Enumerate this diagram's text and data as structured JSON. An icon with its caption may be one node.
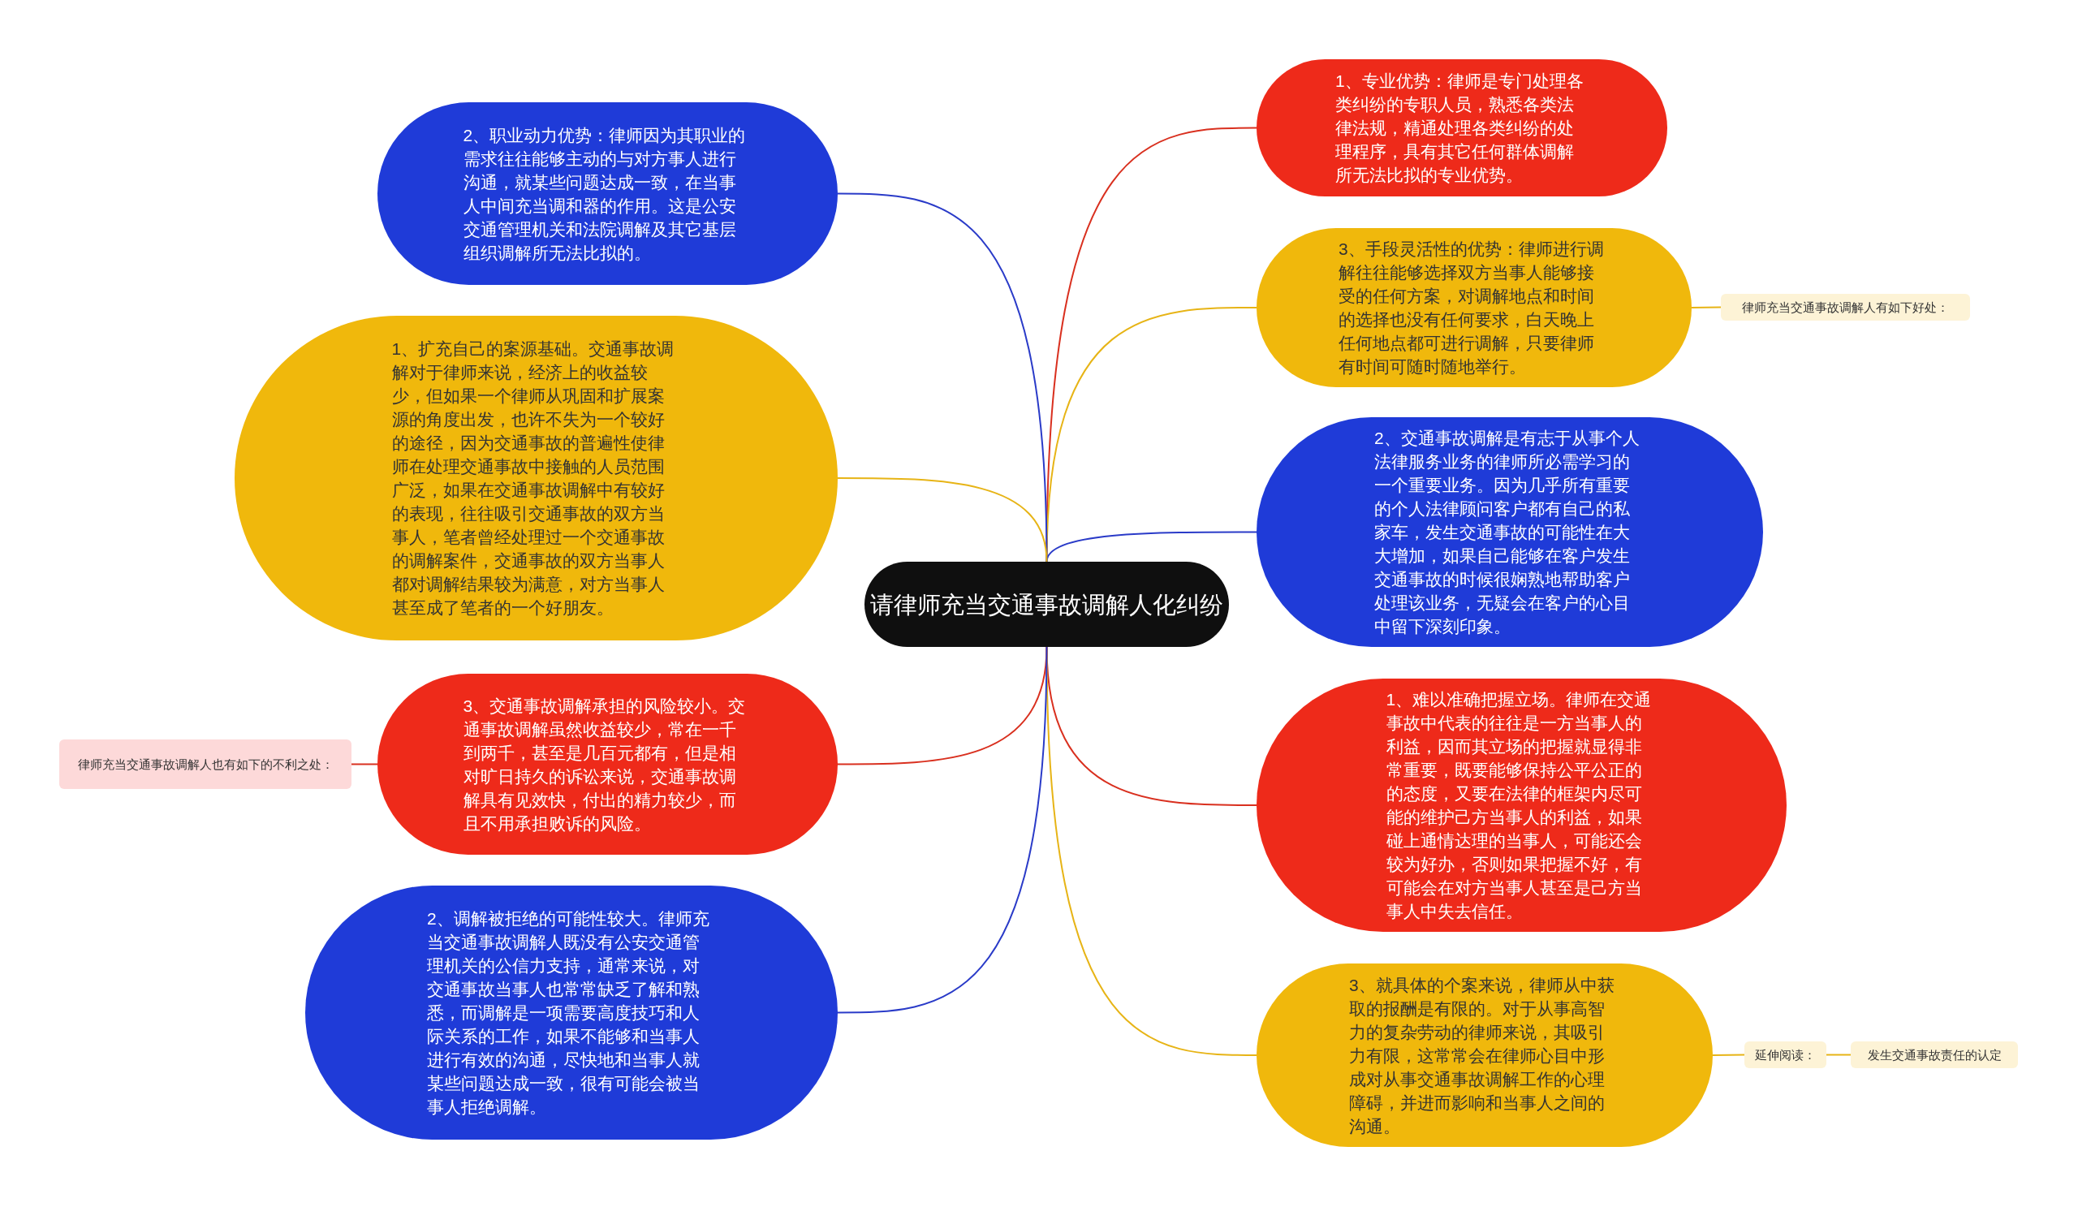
{
  "diagram": {
    "nodes": [
      {
        "text": [
          "请律师充当交通事故调解人化纠纷"
        ]
      },
      {
        "text": [
          "1、专业优势：律师是专门处理各类纠纷的专职人员，熟悉各类法律法规，精通处理各类纠纷的处理程序，具有其它任何群体调解所无法比拟的专业优势。"
        ]
      },
      {
        "text": [
          "3、手段灵活性的优势：律师进行调解往往能够选择双方当事人能够接受的任何方案，对调解地点和时间的选择也没有任何要求，白天晚上任何地点都可进行调解，只要律师有时间可随时随地举行。"
        ]
      },
      {
        "text": [
          "2、交通事故调解是有志于从事个人法律服务业务的律师所必需学习的一个重要业务。因为几乎所有重要的个人法律顾问客户都有自己的私家车，发生交通事故的可能性在大大增加，如果自己能够在客户发生交通事故的时候很娴熟地帮助客户处理该业务，无疑会在客户的心目中留下深刻印象。"
        ]
      },
      {
        "text": [
          "1、难以准确把握立场。律师在交通事故中代表的往往是一方当事人的利益，因而其立场的把握就显得非常重要，既要能够保持公平公正的的态度，又要在法律的框架内尽可能的维护己方当事人的利益，如果碰上通情达理的当事人，可能还会较为好办，否则如果把握不好，有可能会在对方当事人甚至是己方当事人中失去信任。"
        ]
      },
      {
        "text": [
          "3、就具体的个案来说，律师从中获取的报酬是有限的。对于从事高智力的复杂劳动的律师来说，其吸引力有限，这常常会在律师心目中形成对从事交通事故调解工作的心理障碍，并进而影响和当事人之间的沟通。"
        ]
      },
      {
        "text": [
          "2、职业动力优势：律师因为其职业的需求往往能够主动的与对方事人进行沟通，就某些问题达成一致，在当事人中间充当调和器的作用。这是公安交通管理机关和法院调解及其它基层组织调解所无法比拟的。"
        ]
      },
      {
        "text": [
          "1、扩充自己的案源基础。交通事故调解对于律师来说，经济上的收益较少，但如果一个律师从巩固和扩展案源的角度出发，也许不失为一个较好的途径，因为交通事故的普遍性使律师在处理交通事故中接触的人员范围广泛，如果在交通事故调解中有较好的表现，往往吸引交通事故的双方当事人，笔者曾经处理过一个交通事故的调解案件，交通事故的双方当事人都对调解结果较为满意，对方当事人甚至成了笔者的一个好朋友。"
        ]
      },
      {
        "text": [
          "3、交通事故调解承担的风险较小。交通事故调解虽然收益较少，常在一千到两千，甚至是几百元都有，但是相对旷日持久的诉讼来说，交通事故调解具有见效快，付出的精力较少，而且不用承担败诉的风险。"
        ]
      },
      {
        "text": [
          "2、调解被拒绝的可能性较大。律师充当交通事故调解人既没有公安交通管理机关的公信力支持，通常来说，对交通事故当事人也常常缺乏了解和熟悉，而调解是一项需要高度技巧和人际关系的工作，如果不能够和当事人进行有效的沟通，尽快地和当事人就某些问题达成一致，很有可能会被当事人拒绝调解。"
        ]
      },
      {
        "text": [
          "律师充当交通事故调解人有如下好处："
        ]
      },
      {
        "text": [
          "律师充当交通事故调解人也有如下的不利之处："
        ]
      },
      {
        "text": [
          "延伸阅读："
        ]
      },
      {
        "text": [
          "发生交通事故责任的认定"
        ]
      }
    ],
    "edges": [
      {
        "from": 0,
        "to": 1,
        "arrow": "none",
        "color": "#d9301f"
      },
      {
        "from": 0,
        "to": 2,
        "arrow": "none",
        "color": "#e7b416"
      },
      {
        "from": 0,
        "to": 3,
        "arrow": "none",
        "color": "#2a3bc8"
      },
      {
        "from": 0,
        "to": 4,
        "arrow": "none",
        "color": "#d9301f"
      },
      {
        "from": 0,
        "to": 5,
        "arrow": "none",
        "color": "#e7b416"
      },
      {
        "from": 0,
        "to": 6,
        "arrow": "none",
        "color": "#2a3bc8"
      },
      {
        "from": 0,
        "to": 7,
        "arrow": "none",
        "color": "#e7b416"
      },
      {
        "from": 0,
        "to": 8,
        "arrow": "none",
        "color": "#d9301f"
      },
      {
        "from": 0,
        "to": 9,
        "arrow": "none",
        "color": "#2a3bc8"
      },
      {
        "from": 2,
        "to": 10,
        "arrow": "none",
        "color": "#e7b416"
      },
      {
        "from": 8,
        "to": 11,
        "arrow": "none",
        "color": "#d9301f"
      },
      {
        "from": 5,
        "to": 12,
        "arrow": "none",
        "color": "#e7b416"
      },
      {
        "from": 12,
        "to": 13,
        "arrow": "none",
        "color": "#e7b416"
      }
    ]
  }
}
